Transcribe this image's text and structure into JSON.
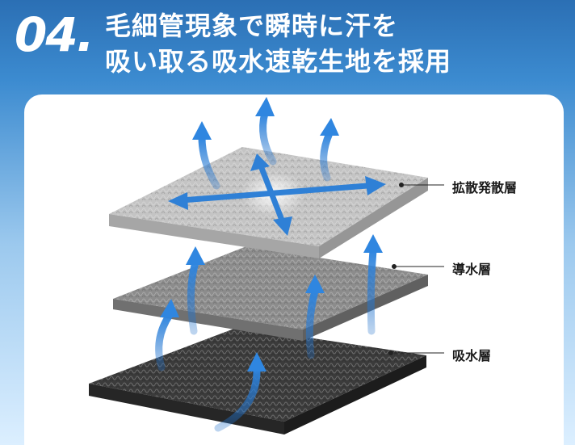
{
  "header": {
    "number": "04.",
    "title_lines": [
      "毛細管現象で瞬時に汗を",
      "吸い取る吸水速乾生地を採用"
    ]
  },
  "layers": {
    "top": "拡散発散層",
    "middle": "導水層",
    "bottom": "吸水層"
  },
  "colors": {
    "header_blue": "#2b6fb4",
    "arrow_blue": "#2f80d6",
    "top_layer": "#bdbdbd",
    "middle_layer": "#8a8a8a",
    "bottom_layer": "#3a3a3a"
  }
}
